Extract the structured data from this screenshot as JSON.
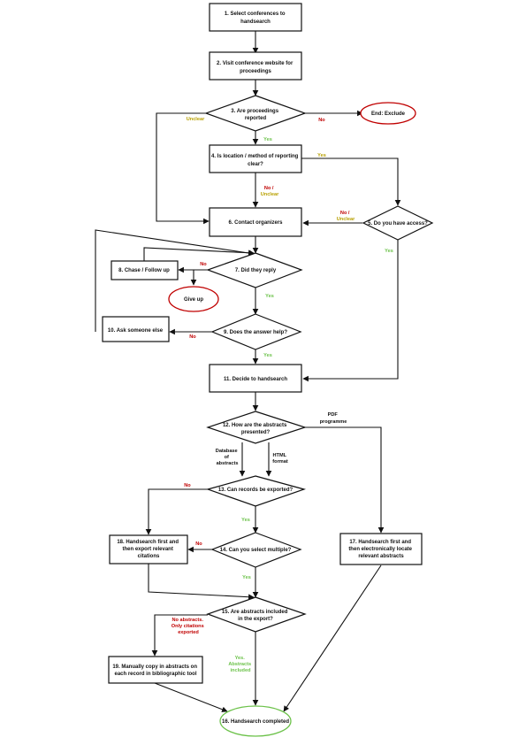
{
  "colors": {
    "yes": "#6cc24a",
    "no": "#c00000",
    "unclear": "#b8a000",
    "terminal_red": "#c00000",
    "terminal_green": "#6cc24a"
  },
  "nodes": {
    "n1": [
      "1. Select conferences to",
      "handsearch"
    ],
    "n2": [
      "2. Visit conference website for",
      "proceedings"
    ],
    "n3": [
      "3. Are proceedings",
      "reported"
    ],
    "end": [
      "End: Exclude"
    ],
    "n4": [
      "4. Is location / method of reporting",
      "clear?"
    ],
    "n5": [
      "5. Do you have access?"
    ],
    "n6": [
      "6. Contact organizers"
    ],
    "n7": [
      "7. Did they reply"
    ],
    "n8": [
      "8. Chase / Follow up"
    ],
    "giveup": [
      "Give up"
    ],
    "n9": [
      "9. Does the answer help?"
    ],
    "n10": [
      "10. Ask someone else"
    ],
    "n11": [
      "11. Decide to handsearch"
    ],
    "n12": [
      "12. How are the abstracts",
      "presented?"
    ],
    "n13": [
      "13. Can records be exported?"
    ],
    "n14": [
      "14. Can you select multiple?"
    ],
    "n15": [
      "15. Are abstracts included",
      "in the export?"
    ],
    "n16": [
      "16. Handsearch completed"
    ],
    "n17": [
      "17. Handsearch first and",
      "then electronically locate",
      "relevant abstracts"
    ],
    "n18": [
      "18. Handsearch first and",
      "then export relevant",
      "citations"
    ],
    "n19": [
      "19. Manually copy in abstracts on",
      "each record in bibliographic tool"
    ]
  },
  "edge_labels": {
    "e3_no": [
      "No"
    ],
    "e3_unclear": [
      "Unclear"
    ],
    "e3_yes": [
      "Yes"
    ],
    "e4_yes": [
      "Yes"
    ],
    "e4_nounclear": [
      "No /",
      "Unclear"
    ],
    "e5_nounclear": [
      "No /",
      "Unclear"
    ],
    "e5_yes": [
      "Yes"
    ],
    "e7_no": [
      "No"
    ],
    "e7_yes": [
      "Yes"
    ],
    "e9_no": [
      "No"
    ],
    "e9_yes": [
      "Yes"
    ],
    "e12_pdf": [
      "PDF",
      "programme"
    ],
    "e12_db": [
      "Database",
      "of",
      "abstracts"
    ],
    "e12_html": [
      "HTML",
      "format"
    ],
    "e13_no": [
      "No"
    ],
    "e13_yes": [
      "Yes"
    ],
    "e14_no": [
      "No"
    ],
    "e14_yes": [
      "Yes"
    ],
    "e15_no": [
      "No abstracts.",
      "Only citations",
      "exported"
    ],
    "e15_yes": [
      "Yes.",
      "Abstracts",
      "included"
    ]
  }
}
